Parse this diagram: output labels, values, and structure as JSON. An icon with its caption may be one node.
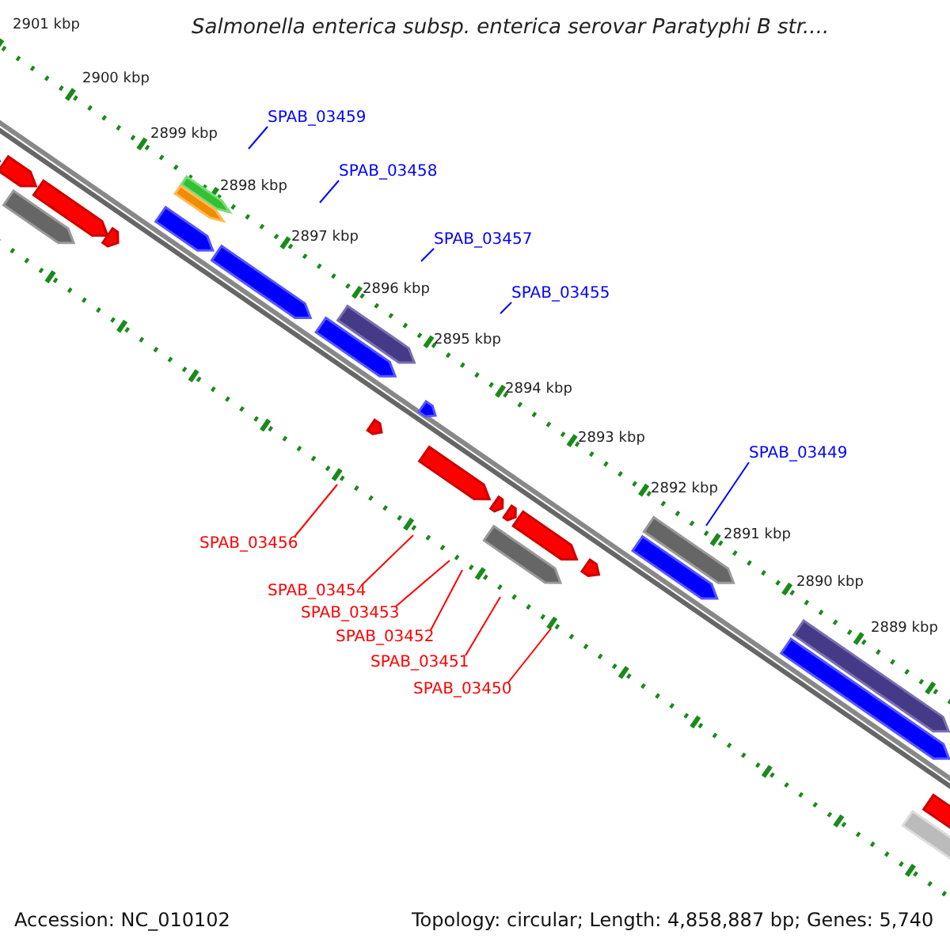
{
  "diagram": {
    "title": "Salmonella enterica subsp. enterica serovar Paratyphi B str....",
    "nodes": [
      {
        "text": [
          "SPAB_03459"
        ]
      },
      {
        "text": [
          "SPAB_03458"
        ]
      },
      {
        "text": [
          "SPAB_03457"
        ]
      },
      {
        "text": [
          "SPAB_03455"
        ]
      },
      {
        "text": [
          "SPAB_03449"
        ]
      },
      {
        "text": [
          "SPAB_03456"
        ]
      },
      {
        "text": [
          "SPAB_03454"
        ]
      },
      {
        "text": [
          "SPAB_03453"
        ]
      },
      {
        "text": [
          "SPAB_03452"
        ]
      },
      {
        "text": [
          "SPAB_03451"
        ]
      },
      {
        "text": [
          "SPAB_03450"
        ]
      }
    ],
    "edges": [
      {
        "from": 0,
        "to": null,
        "arrow": "none",
        "color": "#0000ff"
      },
      {
        "from": 1,
        "to": null,
        "arrow": "none",
        "color": "#0000ff"
      },
      {
        "from": 2,
        "to": null,
        "arrow": "none",
        "color": "#0000ff"
      },
      {
        "from": 3,
        "to": null,
        "arrow": "none",
        "color": "#0000ff"
      },
      {
        "from": 4,
        "to": null,
        "arrow": "none",
        "color": "#0000ff"
      },
      {
        "from": 5,
        "to": null,
        "arrow": "none"
      },
      {
        "from": 6,
        "to": null,
        "arrow": "none"
      },
      {
        "from": 7,
        "to": null,
        "arrow": "none"
      },
      {
        "from": 8,
        "to": null,
        "arrow": "none"
      },
      {
        "from": 9,
        "to": null,
        "arrow": "none"
      },
      {
        "from": 10,
        "to": null,
        "arrow": "none"
      }
    ],
    "labels": [
      "2901 kbp",
      "2900 kbp",
      "2899 kbp",
      "2898 kbp",
      "2897 kbp",
      "2896 kbp",
      "2895 kbp",
      "2894 kbp",
      "2893 kbp",
      "2892 kbp",
      "2891 kbp",
      "2890 kbp",
      "2889 kbp",
      "Accession: NC_010102",
      "Topology: circular; Length: 4,858,887 bp; Genes: 5,740"
    ]
  }
}
